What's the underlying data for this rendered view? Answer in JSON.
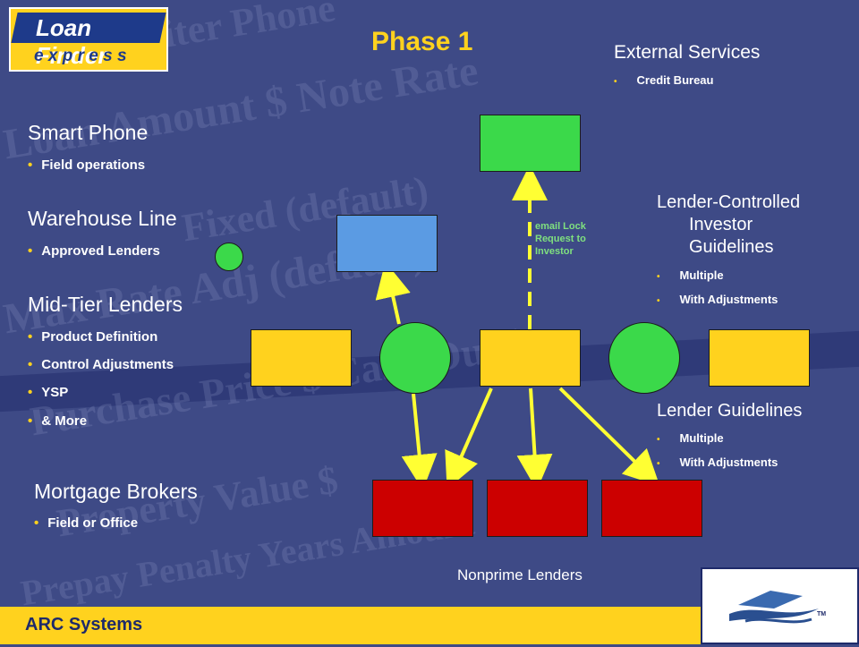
{
  "logo": {
    "line1": "Loan Finder",
    "line2": "e x p r e s s"
  },
  "title": "Phase 1",
  "external": {
    "heading": "External Services",
    "items": [
      "Credit Bureau"
    ]
  },
  "smart_phone": {
    "heading": "Smart Phone",
    "items": [
      "Field operations"
    ]
  },
  "warehouse": {
    "heading": "Warehouse Line",
    "items": [
      "Approved Lenders"
    ]
  },
  "mid_tier": {
    "heading": "Mid-Tier Lenders",
    "items": [
      "Product Definition",
      "Control Adjustments",
      "YSP",
      "& More"
    ]
  },
  "mortgage": {
    "heading": "Mortgage Brokers",
    "items": [
      "Field or Office"
    ]
  },
  "lender_controlled": {
    "heading_lines": [
      "Lender-Controlled",
      "Investor",
      "Guidelines"
    ],
    "items": [
      "Multiple",
      "With Adjustments"
    ]
  },
  "lender_guidelines": {
    "heading": "Lender Guidelines",
    "items": [
      "Multiple",
      "With Adjustments"
    ]
  },
  "email_label": {
    "lines": [
      "email Lock",
      "Request to",
      "Investor"
    ]
  },
  "nonprime": "Nonprime Lenders",
  "footer": {
    "brand": "ARC Systems",
    "tm": "TM"
  },
  "colors": {
    "background": "#3e4a86",
    "accent": "#ffd21e",
    "green": "#3bd94a",
    "blue": "#5b9be3",
    "red": "#cc0000"
  }
}
